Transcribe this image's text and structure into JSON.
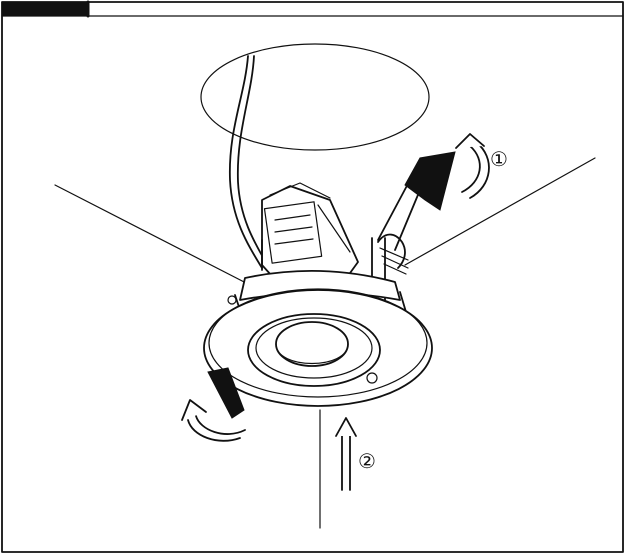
{
  "figure": {
    "step_labels": [
      {
        "id": "step-1",
        "text": "①"
      },
      {
        "id": "step-2",
        "text": "②"
      }
    ]
  }
}
